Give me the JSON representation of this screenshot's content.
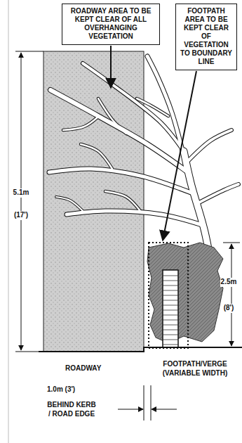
{
  "diagram": {
    "nodes": [
      {
        "text": [
          "ROADWAY AREA TO BE KEPT CLEAR OF ALL OVERHANGING VEGETATION"
        ]
      },
      {
        "text": [
          "FOOTPATH AREA TO BE KEPT CLEAR OF VEGETATION TO BOUNDARY LINE"
        ]
      }
    ],
    "labels": [
      "5.1m",
      "(17')",
      "2.5m",
      "(8')",
      "ROADWAY",
      "FOOTPATH/VERGE (VARIABLE WIDTH)",
      "1.0m (3')",
      "BEHIND KERB / ROAD EDGE"
    ]
  }
}
